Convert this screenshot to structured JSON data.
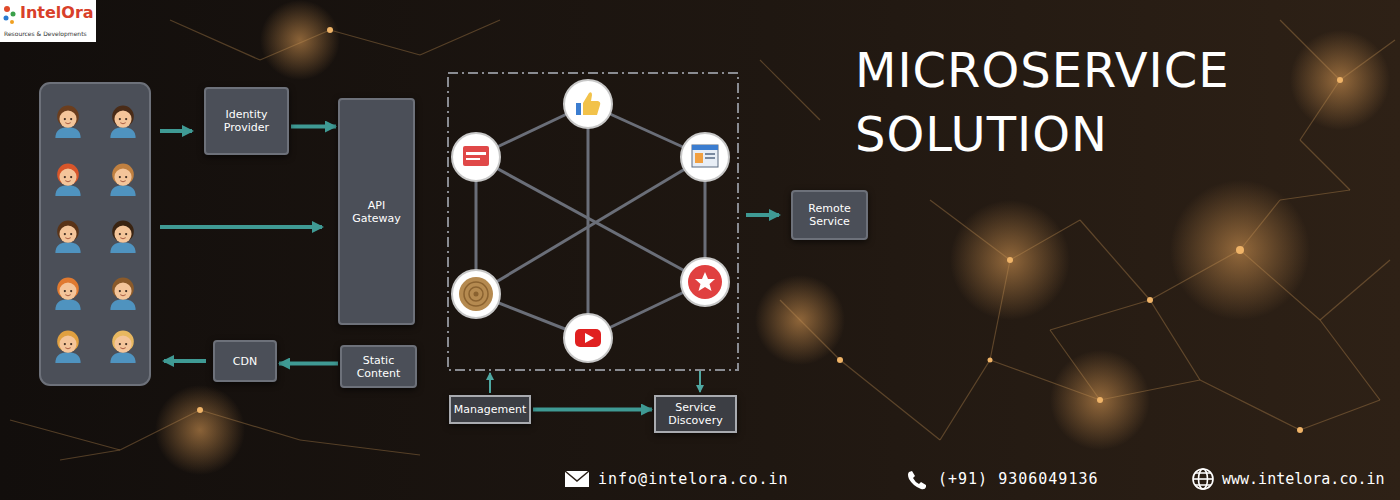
{
  "diagram": {
    "title": "MICROSERVICE SOLUTION",
    "nodes": [
      {
        "text": [
          "Identity Provider"
        ]
      },
      {
        "text": [
          "API Gateway"
        ]
      },
      {
        "text": [
          "Remote Service"
        ]
      },
      {
        "text": [
          "Static Content"
        ]
      },
      {
        "text": [
          "CDN"
        ]
      },
      {
        "text": [
          "Management"
        ]
      },
      {
        "text": [
          "Service Discovery"
        ]
      }
    ],
    "edges": [
      {
        "from": 0,
        "to": 1,
        "arrow": "to"
      },
      {
        "from": 3,
        "to": 4,
        "arrow": "to"
      },
      {
        "from": 5,
        "to": 6,
        "arrow": "to"
      }
    ],
    "labels": [
      "IntelOra",
      "Resources & Developments",
      "info@intelora.co.in",
      "(+91) 9306049136",
      "www.intelora.co.in"
    ]
  }
}
